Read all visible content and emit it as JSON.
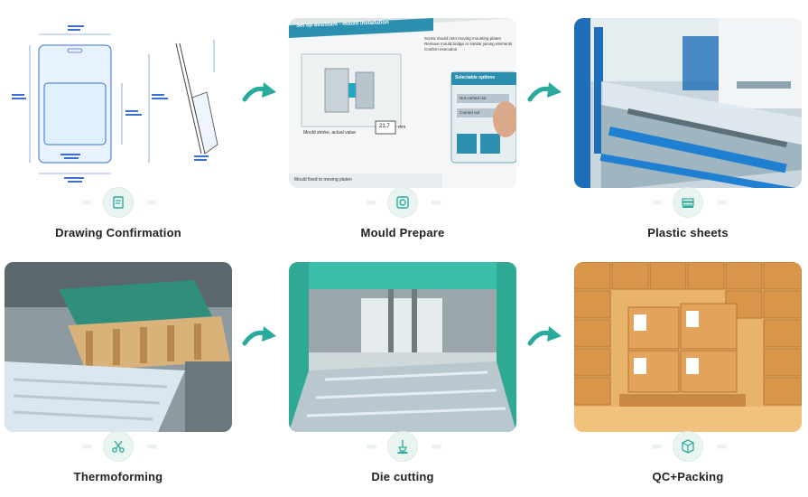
{
  "steps": [
    {
      "label": "Drawing Confirmation",
      "icon": "document-roll-icon"
    },
    {
      "label": "Mould Prepare",
      "icon": "mould-gear-icon"
    },
    {
      "label": "Plastic sheets",
      "icon": "sheet-stack-icon"
    },
    {
      "label": "Thermoforming",
      "icon": "scissors-icon"
    },
    {
      "label": "Die cutting",
      "icon": "cutting-tool-icon"
    },
    {
      "label": "QC+Packing",
      "icon": "box-icon"
    }
  ],
  "hmi": {
    "header": "Set up assistant - mould installation",
    "bullets": [
      "Screw mould onto moving mounting platen",
      "Remove mould bridge or similar joining elements",
      "Confirm execution"
    ],
    "stroke_label": "Mould stroke, actual value",
    "stroke_value": "21.7",
    "stroke_unit": "mm",
    "footer": "Mould fixed to moving platen",
    "options_title": "Selectable options",
    "options": [
      "Not carried out",
      "Carried out"
    ]
  },
  "colors": {
    "accent": "#2aaa9b",
    "badge_bg": "#eaf4f1",
    "label": "#222222"
  }
}
